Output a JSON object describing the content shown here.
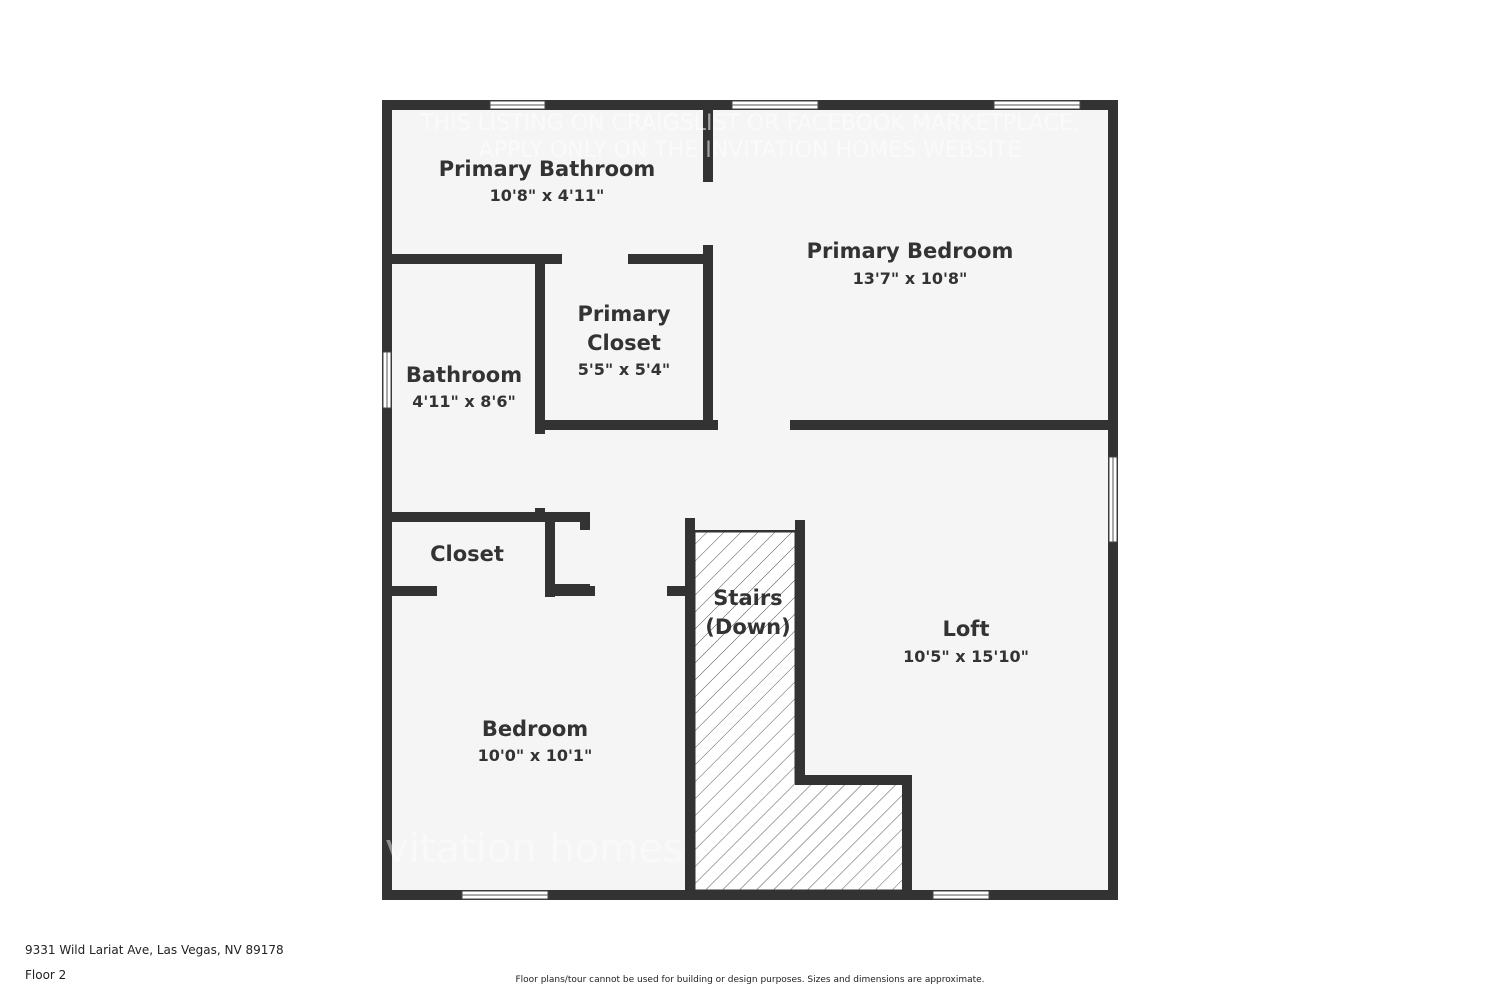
{
  "floor_plan": {
    "watermark_line1": "THIS LISTING ON CRAIGSLIST OR FACEBOOK MARKETPLACE,",
    "watermark_line2": "APPLY ONLY ON THE INVITATION HOMES WEBSITE",
    "brand_watermark": "vitation homes",
    "rooms": {
      "primary_bathroom": {
        "name": "Primary Bathroom",
        "dimensions": "10'8\" x 4'11\""
      },
      "primary_bedroom": {
        "name": "Primary Bedroom",
        "dimensions": "13'7\" x 10'8\""
      },
      "primary_closet": {
        "name_line1": "Primary",
        "name_line2": "Closet",
        "dimensions": "5'5\" x 5'4\""
      },
      "bathroom": {
        "name": "Bathroom",
        "dimensions": "4'11\" x 8'6\""
      },
      "closet": {
        "name": "Closet"
      },
      "stairs": {
        "name_line1": "Stairs",
        "name_line2": "(Down)"
      },
      "loft": {
        "name": "Loft",
        "dimensions": "10'5\" x 15'10\""
      },
      "bedroom": {
        "name": "Bedroom",
        "dimensions": "10'0\" x 10'1\""
      }
    }
  },
  "footer": {
    "address": "9331 Wild Lariat Ave, Las Vegas, NV 89178",
    "floor": "Floor 2",
    "disclaimer": "Floor plans/tour cannot be used for building or design purposes. Sizes and dimensions are approximate."
  },
  "colors": {
    "wall": "#333333",
    "floor": "#f5f5f5",
    "text": "#333333"
  }
}
